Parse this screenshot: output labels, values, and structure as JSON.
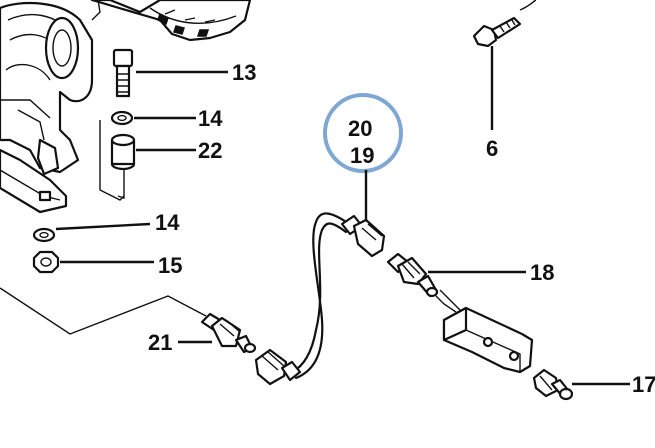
{
  "callouts": {
    "c13": "13",
    "c14a": "14",
    "c22": "22",
    "c14b": "14",
    "c15": "15",
    "c21": "21",
    "c20": "20",
    "c19": "19",
    "c6": "6",
    "c18": "18",
    "c17": "17"
  },
  "highlight": {
    "color": "#7fa7d3",
    "encircles": "20"
  },
  "colors": {
    "line": "#111111",
    "background": "#ffffff"
  }
}
